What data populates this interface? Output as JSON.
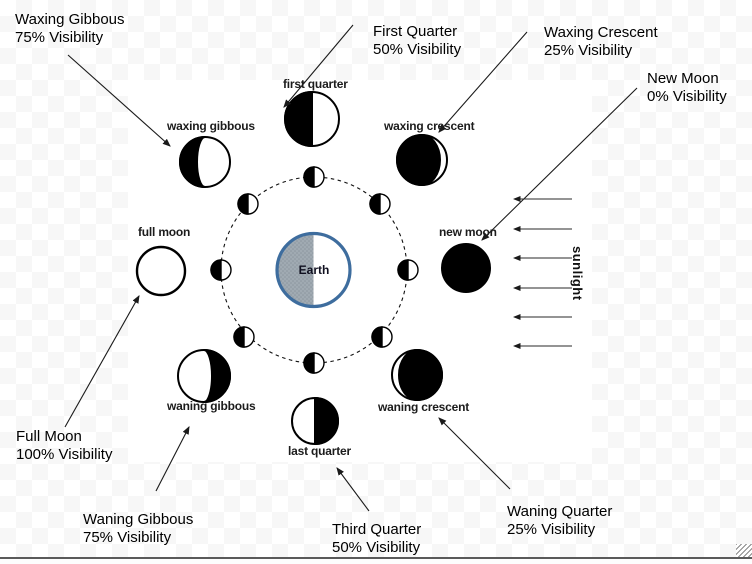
{
  "earth_label": "Earth",
  "sunlight_label": "sunlight",
  "callouts": {
    "waxing_gibbous": {
      "title": "Waxing Gibbous",
      "visibility": "75% Visibility"
    },
    "first_quarter": {
      "title": "First Quarter",
      "visibility": "50% Visibility"
    },
    "waxing_crescent": {
      "title": "Waxing Crescent",
      "visibility": "25% Visibility"
    },
    "new_moon": {
      "title": "New Moon",
      "visibility": "0% Visibility"
    },
    "full_moon": {
      "title": "Full Moon",
      "visibility": "100% Visibility"
    },
    "waning_gibbous": {
      "title": "Waning Gibbous",
      "visibility": "75% Visibility"
    },
    "third_quarter": {
      "title": "Third Quarter",
      "visibility": "50% Visibility"
    },
    "waning_quarter": {
      "title": "Waning Quarter",
      "visibility": "25% Visibility"
    }
  },
  "phase_labels": {
    "first_quarter": "first quarter",
    "waxing_gibbous": "waxing gibbous",
    "waxing_crescent": "waxing crescent",
    "new_moon": "new moon",
    "full_moon": "full moon",
    "waning_gibbous": "waning gibbous",
    "waning_crescent": "waning crescent",
    "last_quarter": "last quarter"
  },
  "colors": {
    "earth_border": "#3e6d9e",
    "earth_shade": "#a0aab2",
    "moon_fill": "#000000",
    "checker": "#f7f7f7"
  }
}
